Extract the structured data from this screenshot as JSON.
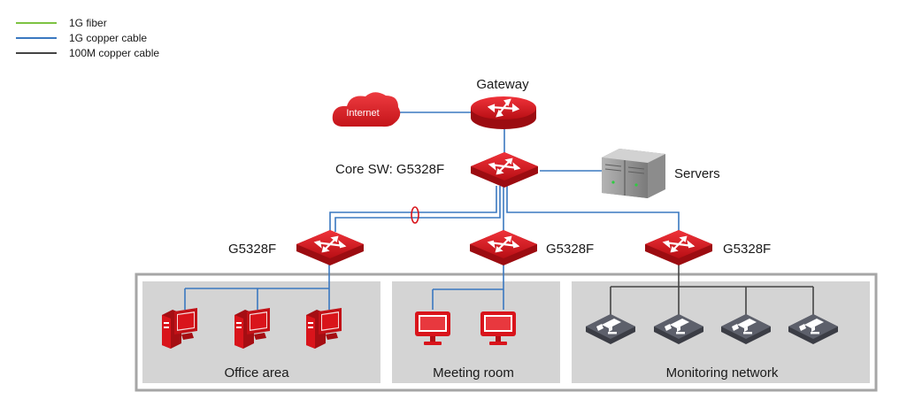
{
  "legend": [
    {
      "label": "1G fiber",
      "color": "#7dc242"
    },
    {
      "label": "1G copper cable",
      "color": "#3a78c0"
    },
    {
      "label": "100M copper cable",
      "color": "#444444"
    }
  ],
  "nodes": {
    "internet": {
      "label": "Internet",
      "icon": "cloud-icon"
    },
    "gateway": {
      "label": "Gateway",
      "icon": "router-icon"
    },
    "core_switch": {
      "label": "Core SW: G5328F",
      "icon": "switch-icon"
    },
    "servers": {
      "label": "Servers",
      "icon": "server-icon"
    },
    "switch_left": {
      "label": "G5328F",
      "icon": "switch-icon"
    },
    "switch_middle": {
      "label": "G5328F",
      "icon": "switch-icon"
    },
    "switch_right": {
      "label": "G5328F",
      "icon": "switch-icon"
    }
  },
  "areas": [
    {
      "label": "Office area",
      "device_icon": "desktop-computer-icon",
      "count": 3
    },
    {
      "label": "Meeting room",
      "device_icon": "monitor-icon",
      "count": 2
    },
    {
      "label": "Monitoring network",
      "device_icon": "camera-icon",
      "count": 4
    }
  ],
  "colors": {
    "device_red": "#d9141b",
    "copper_blue": "#3a78c0",
    "copper_100m": "#444444",
    "area_fill": "#d4d4d4",
    "frame": "#a6a6a6"
  }
}
